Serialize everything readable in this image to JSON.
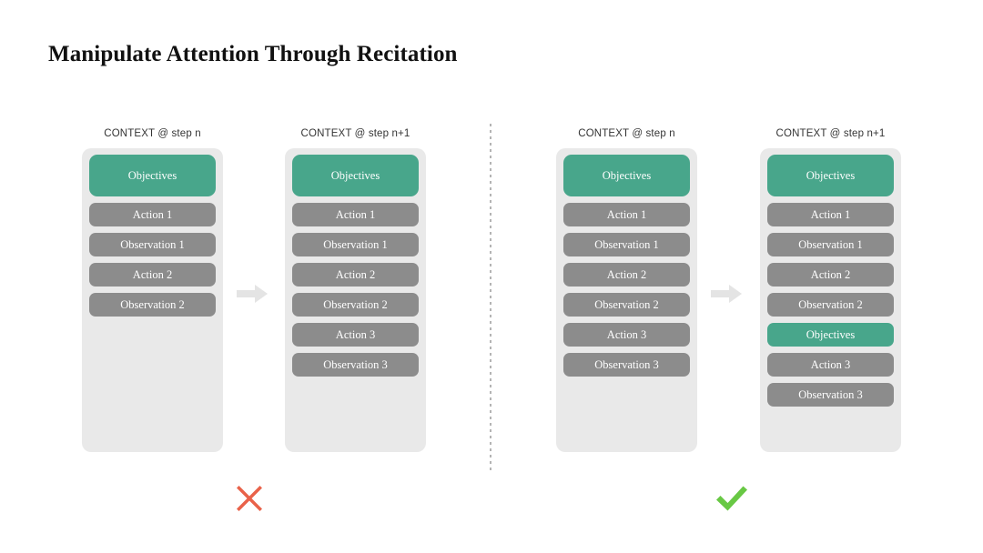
{
  "slide": {
    "title": "Manipulate Attention Through Recitation",
    "background_color": "#ffffff"
  },
  "colors": {
    "objective_teal": "#48a68b",
    "item_gray": "#8c8c8c",
    "panel_background": "#e9e9e9",
    "arrow_gray": "#e4e4e4",
    "cross_red": "#e9624a",
    "check_green": "#68c844",
    "divider_gray": "#b4b4b4",
    "title_text": "#111111",
    "header_text": "#343434"
  },
  "panels": [
    {
      "header": "CONTEXT @ step n",
      "group": "without-recitation",
      "items": [
        {
          "label": "Objectives",
          "kind": "objective",
          "size": "tall"
        },
        {
          "label": "Action 1",
          "kind": "action",
          "size": "normal"
        },
        {
          "label": "Observation 1",
          "kind": "observation",
          "size": "normal"
        },
        {
          "label": "Action 2",
          "kind": "action",
          "size": "normal"
        },
        {
          "label": "Observation 2",
          "kind": "observation",
          "size": "normal"
        }
      ]
    },
    {
      "header": "CONTEXT @ step n+1",
      "group": "without-recitation",
      "items": [
        {
          "label": "Objectives",
          "kind": "objective",
          "size": "tall"
        },
        {
          "label": "Action 1",
          "kind": "action",
          "size": "normal"
        },
        {
          "label": "Observation 1",
          "kind": "observation",
          "size": "normal"
        },
        {
          "label": "Action 2",
          "kind": "action",
          "size": "normal"
        },
        {
          "label": "Observation 2",
          "kind": "observation",
          "size": "normal"
        },
        {
          "label": "Action 3",
          "kind": "action",
          "size": "normal"
        },
        {
          "label": "Observation 3",
          "kind": "observation",
          "size": "normal"
        }
      ]
    },
    {
      "header": "CONTEXT @ step n",
      "group": "with-recitation",
      "items": [
        {
          "label": "Objectives",
          "kind": "objective",
          "size": "tall"
        },
        {
          "label": "Action 1",
          "kind": "action",
          "size": "normal"
        },
        {
          "label": "Observation 1",
          "kind": "observation",
          "size": "normal"
        },
        {
          "label": "Action 2",
          "kind": "action",
          "size": "normal"
        },
        {
          "label": "Observation 2",
          "kind": "observation",
          "size": "normal"
        },
        {
          "label": "Action 3",
          "kind": "action",
          "size": "normal"
        },
        {
          "label": "Observation 3",
          "kind": "observation",
          "size": "normal"
        }
      ]
    },
    {
      "header": "CONTEXT @ step n+1",
      "group": "with-recitation",
      "items": [
        {
          "label": "Objectives",
          "kind": "objective",
          "size": "tall"
        },
        {
          "label": "Action 1",
          "kind": "action",
          "size": "normal"
        },
        {
          "label": "Observation 1",
          "kind": "observation",
          "size": "normal"
        },
        {
          "label": "Action 2",
          "kind": "action",
          "size": "normal"
        },
        {
          "label": "Observation 2",
          "kind": "observation",
          "size": "normal"
        },
        {
          "label": "Objectives",
          "kind": "objective",
          "size": "normal"
        },
        {
          "label": "Action 3",
          "kind": "action",
          "size": "normal"
        },
        {
          "label": "Observation 3",
          "kind": "observation",
          "size": "normal"
        }
      ]
    }
  ],
  "arrows": [
    {
      "name": "transition-arrow-left",
      "direction": "right"
    },
    {
      "name": "transition-arrow-right",
      "direction": "right"
    }
  ],
  "verdicts": [
    {
      "name": "cross-mark",
      "symbol": "✕",
      "meaning": "bad"
    },
    {
      "name": "check-mark",
      "symbol": "✓",
      "meaning": "good"
    }
  ],
  "divider": {
    "style": "dotted-vertical"
  }
}
